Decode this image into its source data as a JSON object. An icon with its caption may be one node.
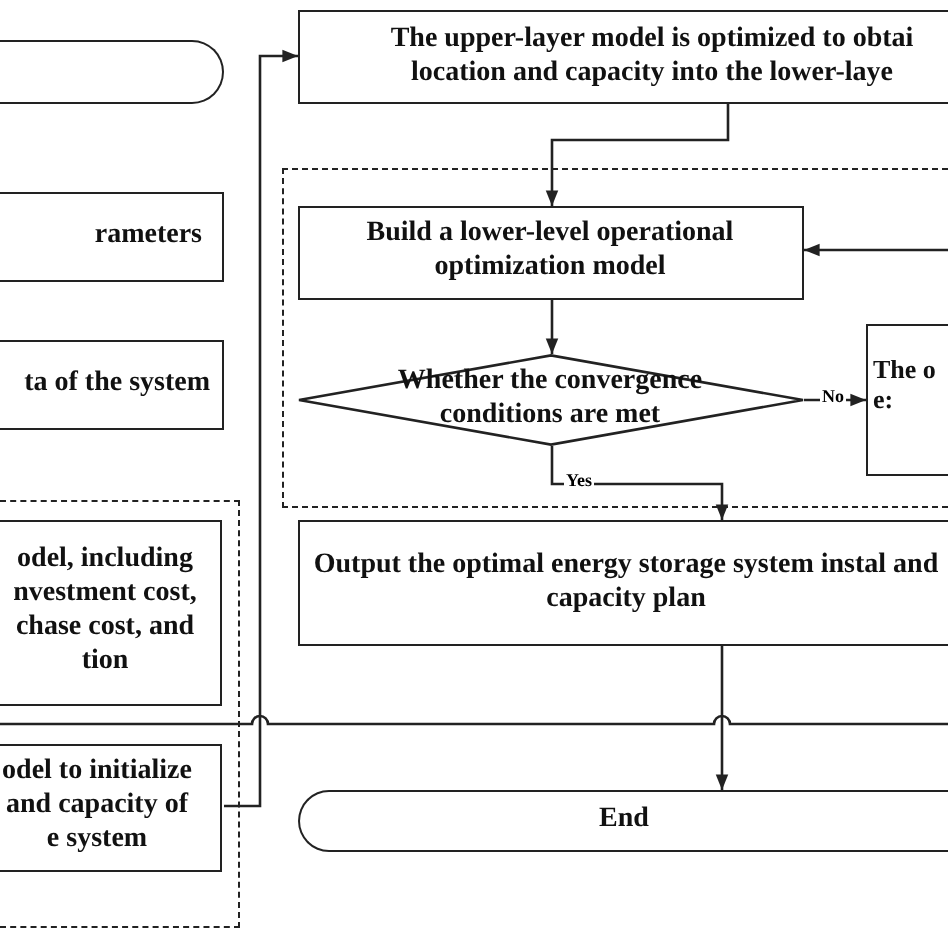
{
  "diagram": {
    "nodes": [
      {
        "text": [],
        "shape": "terminal"
      },
      {
        "text": [
          "rameters"
        ]
      },
      {
        "text": [
          "ta of the system"
        ]
      },
      {
        "text": [],
        "shape": "box"
      },
      {
        "text": [
          "odel, including nvestment cost, chase cost, and tion"
        ],
        "in": 3
      },
      {
        "text": [
          "odel to initialize and capacity of e system"
        ],
        "in": 3
      },
      {
        "text": [
          "The upper-layer model is optimized to obtai location and capacity into the lower-laye"
        ]
      },
      {
        "text": [],
        "shape": "box"
      },
      {
        "text": [
          "Build a lower-level operational optimization model"
        ],
        "in": 7
      },
      {
        "text": [
          "Whether the convergence conditions are met"
        ],
        "in": 7
      },
      {
        "text": [
          "The o e:"
        ],
        "in": 7
      },
      {
        "text": [
          "Output the optimal energy storage system instal and capacity plan"
        ]
      },
      {
        "text": [
          "End"
        ]
      }
    ],
    "edges": [
      {
        "from": 6,
        "to": 8,
        "arrow": "to"
      },
      {
        "from": 8,
        "to": 9,
        "arrow": "to"
      },
      {
        "from": 9,
        "to": 10,
        "label": "No",
        "arrow": "to"
      },
      {
        "from": 9,
        "to": 11,
        "label": "Yes",
        "arrow": "to"
      },
      {
        "from": null,
        "to": 8,
        "arrow": "to"
      },
      {
        "from": 11,
        "to": 12,
        "arrow": "to"
      },
      {
        "from": 5,
        "to": 6,
        "arrow": "to"
      }
    ]
  }
}
